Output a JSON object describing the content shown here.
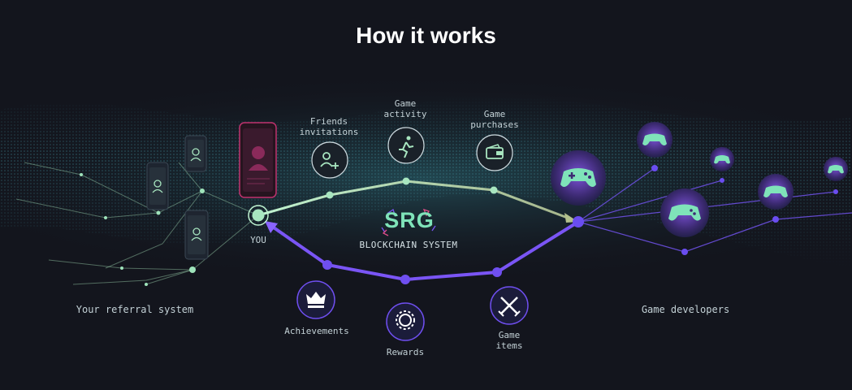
{
  "title": "How it works",
  "brand": {
    "name": "SRG",
    "subtitle": "BLOCKCHAIN SYSTEM"
  },
  "you_label": "YOU",
  "sections": {
    "referral": "Your referral system",
    "developers": "Game developers"
  },
  "top_steps": [
    {
      "label": "Friends\ninvitations",
      "icon": "add-friend-icon"
    },
    {
      "label": "Game\nactivity",
      "icon": "running-person-icon"
    },
    {
      "label": "Game\npurchases",
      "icon": "wallet-icon"
    }
  ],
  "bottom_steps": [
    {
      "label": "Achievements",
      "icon": "crown-icon"
    },
    {
      "label": "Rewards",
      "icon": "reward-badge-icon"
    },
    {
      "label": "Game\nitems",
      "icon": "crossed-swords-icon"
    }
  ],
  "colors": {
    "background": "#13151d",
    "mint": "#a8e6c0",
    "violet": "#7a55f5",
    "brand": "#7fe3b9"
  }
}
